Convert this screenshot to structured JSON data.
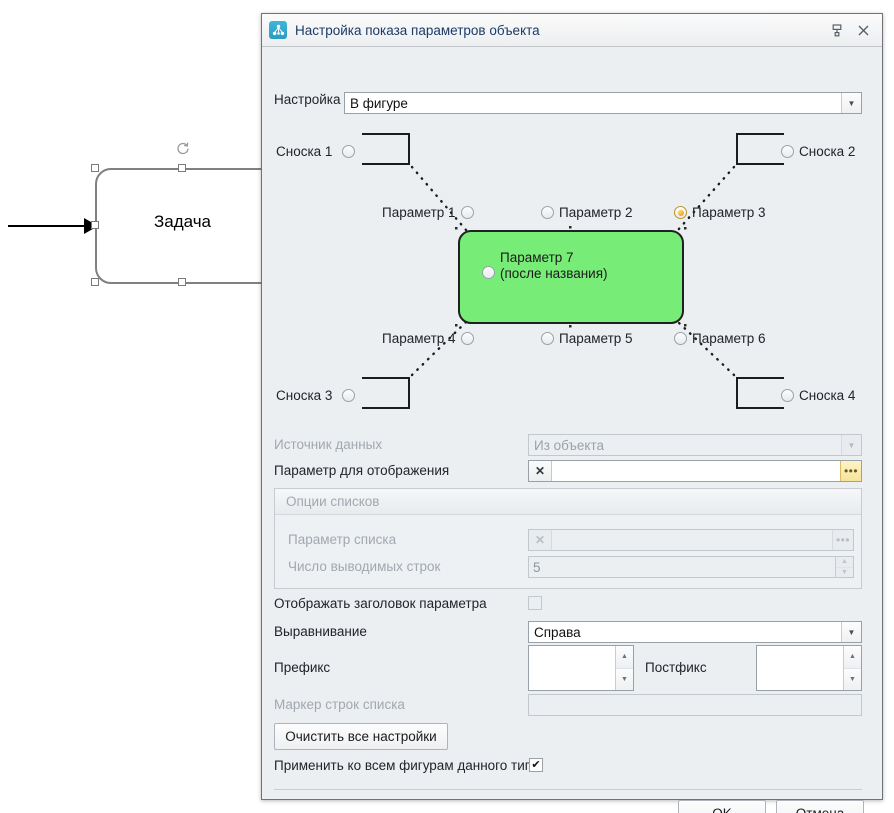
{
  "window": {
    "title": "Настройка показа параметров объекта",
    "app_icon": "network-nodes-icon",
    "buttons": [
      {
        "name": "pin-button",
        "glyph": "⚲"
      },
      {
        "name": "close-button",
        "glyph": "✕"
      }
    ]
  },
  "background_canvas": {
    "shape_label": "Задача",
    "rotate_handle_icon": "rotate-icon",
    "connector_icon": "arrow-right-icon"
  },
  "settings_row": {
    "label": "Настройка",
    "value": "В фигуре",
    "dropdown_icon": "chevron-down-icon"
  },
  "preview": {
    "callouts": [
      {
        "id": "callout-1",
        "label": "Сноска 1",
        "selected": false
      },
      {
        "id": "callout-2",
        "label": "Сноска 2",
        "selected": false
      },
      {
        "id": "callout-3",
        "label": "Сноска 3",
        "selected": false
      },
      {
        "id": "callout-4",
        "label": "Сноска 4",
        "selected": false
      }
    ],
    "params": [
      {
        "id": "param-1",
        "label": "Параметр 1",
        "selected": false
      },
      {
        "id": "param-2",
        "label": "Параметр 2",
        "selected": false
      },
      {
        "id": "param-3",
        "label": "Параметр 3",
        "selected": true
      },
      {
        "id": "param-4",
        "label": "Параметр 4",
        "selected": false
      },
      {
        "id": "param-5",
        "label": "Параметр 5",
        "selected": false
      },
      {
        "id": "param-6",
        "label": "Параметр 6",
        "selected": false
      }
    ],
    "shape": {
      "fill_color": "#77ec77",
      "param_label_line1": "Параметр 7",
      "param_label_line2": "(после названия)",
      "selected": false
    }
  },
  "form": {
    "data_source": {
      "label": "Источник данных",
      "value": "Из объекта",
      "enabled": false,
      "dropdown_icon": "chevron-down-icon"
    },
    "display_param": {
      "label": "Параметр для отображения",
      "value": "",
      "clear_icon": "x-icon",
      "browse_icon": "ellipsis-icon",
      "enabled": true
    },
    "list_options": {
      "title": "Опции списков",
      "enabled": false,
      "list_param": {
        "label": "Параметр списка",
        "value": "",
        "clear_icon": "x-icon",
        "browse_icon": "ellipsis-icon"
      },
      "row_count": {
        "label": "Число выводимых строк",
        "value": "5",
        "spinner_up_icon": "caret-up-icon",
        "spinner_down_icon": "caret-down-icon"
      }
    },
    "show_param_title": {
      "label": "Отображать заголовок параметра",
      "checked": false,
      "enabled": false
    },
    "alignment": {
      "label": "Выравнивание",
      "value": "Справа",
      "dropdown_icon": "chevron-down-icon"
    },
    "prefix": {
      "label": "Префикс",
      "value": ""
    },
    "postfix": {
      "label": "Постфикс",
      "value": ""
    },
    "list_marker": {
      "label": "Маркер строк списка",
      "value": "",
      "enabled": false
    },
    "clear_all": {
      "label": "Очистить все настройки"
    },
    "apply_all": {
      "label": "Применить ко всем фигурам данного типа",
      "checked": true
    }
  },
  "footer": {
    "ok_label": "OK",
    "cancel_label": "Отмена"
  }
}
